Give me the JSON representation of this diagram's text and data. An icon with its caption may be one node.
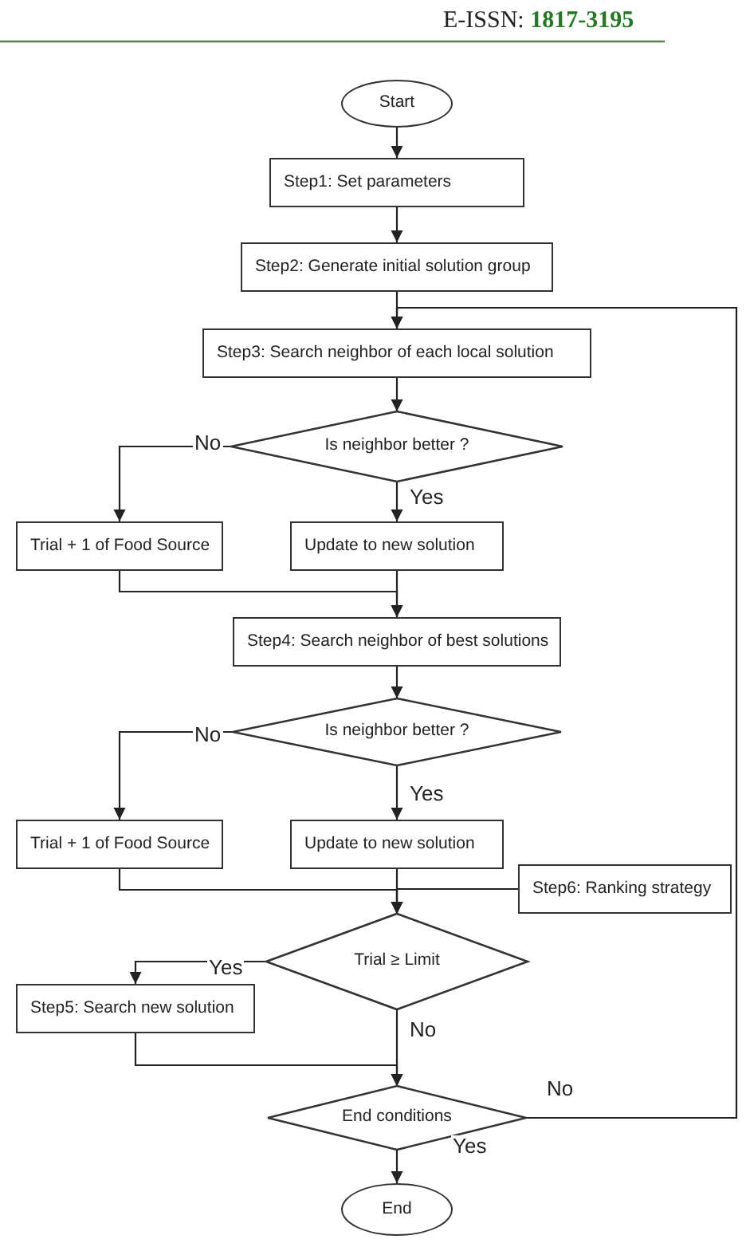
{
  "diagram": {
    "nodes": [
      {
        "text": [
          "Start"
        ]
      },
      {
        "text": [
          "Step1: Set parameters"
        ]
      },
      {
        "text": [
          "Step2: Generate initial solution group"
        ]
      },
      {
        "text": [
          "Step3: Search neighbor of each local solution"
        ]
      },
      {
        "text": [
          "Is neighbor better ?"
        ]
      },
      {
        "text": [
          "Trial + 1 of Food Source"
        ]
      },
      {
        "text": [
          "Update to new solution"
        ]
      },
      {
        "text": [
          "Step4: Search neighbor of best solutions"
        ]
      },
      {
        "text": [
          "Is neighbor better ?"
        ]
      },
      {
        "text": [
          "Trial + 1 of Food Source"
        ]
      },
      {
        "text": [
          "Update to new solution"
        ]
      },
      {
        "text": [
          "Step6: Ranking strategy"
        ]
      },
      {
        "text": [
          "Trial ≥ Limit"
        ]
      },
      {
        "text": [
          "Step5: Search new solution"
        ]
      },
      {
        "text": [
          "End conditions"
        ]
      },
      {
        "text": [
          "End"
        ]
      }
    ],
    "edges": [
      {
        "from": 0,
        "to": 1,
        "arrow": "to"
      },
      {
        "from": 1,
        "to": 2,
        "arrow": "to"
      },
      {
        "from": 2,
        "to": 3,
        "arrow": "to"
      },
      {
        "from": 3,
        "to": 4,
        "arrow": "to"
      },
      {
        "from": 4,
        "to": 5,
        "arrow": "to",
        "label": "No"
      },
      {
        "from": 4,
        "to": 6,
        "arrow": "to",
        "label": "Yes"
      },
      {
        "from": 5,
        "to": 7,
        "arrow": "to"
      },
      {
        "from": 6,
        "to": 7,
        "arrow": "to"
      },
      {
        "from": 7,
        "to": 8,
        "arrow": "to"
      },
      {
        "from": 8,
        "to": 9,
        "arrow": "to",
        "label": "No"
      },
      {
        "from": 8,
        "to": 10,
        "arrow": "to",
        "label": "Yes"
      },
      {
        "from": 9,
        "to": 12,
        "arrow": "to"
      },
      {
        "from": 10,
        "to": 12,
        "arrow": "to"
      },
      {
        "from": 11,
        "to": 12,
        "arrow": "to"
      },
      {
        "from": 12,
        "to": 13,
        "arrow": "to",
        "label": "Yes"
      },
      {
        "from": 12,
        "to": 14,
        "arrow": "to",
        "label": "No"
      },
      {
        "from": 13,
        "to": 14,
        "arrow": "to"
      },
      {
        "from": 14,
        "to": 15,
        "arrow": "to",
        "label": "Yes"
      },
      {
        "from": 14,
        "to": 3,
        "arrow": "to",
        "label": "No"
      }
    ],
    "labels": [
      "E-ISSN: **1817-3195**"
    ]
  }
}
